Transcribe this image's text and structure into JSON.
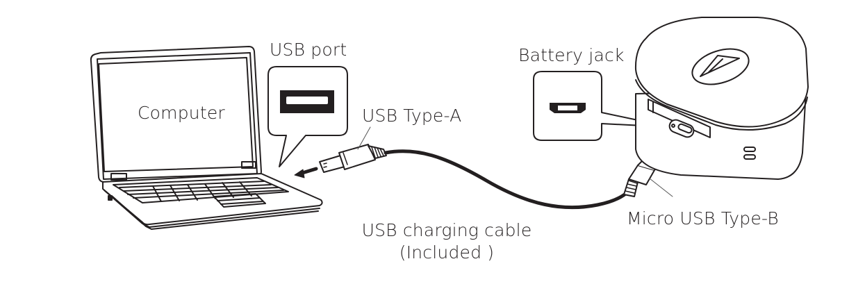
{
  "diagram": {
    "type": "connection-diagram",
    "colors": {
      "line": "#231f20",
      "background": "#ffffff"
    },
    "labels": {
      "computer": "Computer",
      "usb_port": "USB port",
      "usb_type_a": "USB Type-A",
      "battery_jack": "Battery jack",
      "micro_usb": "Micro USB Type-B",
      "cable_line1": "USB charging cable",
      "cable_line2": "(Included )"
    },
    "nodes": [
      {
        "id": "computer",
        "label": "Computer",
        "icon": "laptop-icon"
      },
      {
        "id": "usb-port",
        "label": "USB port",
        "icon": "usb-port-icon"
      },
      {
        "id": "usb-type-a",
        "label": "USB Type-A",
        "icon": "usb-a-plug-icon"
      },
      {
        "id": "cable",
        "label": "USB charging cable (Included )",
        "icon": "cable-icon"
      },
      {
        "id": "micro-usb",
        "label": "Micro USB Type-B",
        "icon": "micro-usb-plug-icon"
      },
      {
        "id": "battery-jack",
        "label": "Battery jack",
        "icon": "micro-usb-port-icon"
      },
      {
        "id": "charging-case",
        "label": "",
        "icon": "charging-case-icon"
      }
    ],
    "edges": [
      {
        "from": "usb-type-a",
        "to": "usb-port",
        "kind": "insert-arrow"
      },
      {
        "from": "micro-usb",
        "to": "battery-jack",
        "kind": "insert-arrow"
      },
      {
        "from": "usb-type-a",
        "to": "micro-usb",
        "kind": "cable"
      }
    ]
  }
}
